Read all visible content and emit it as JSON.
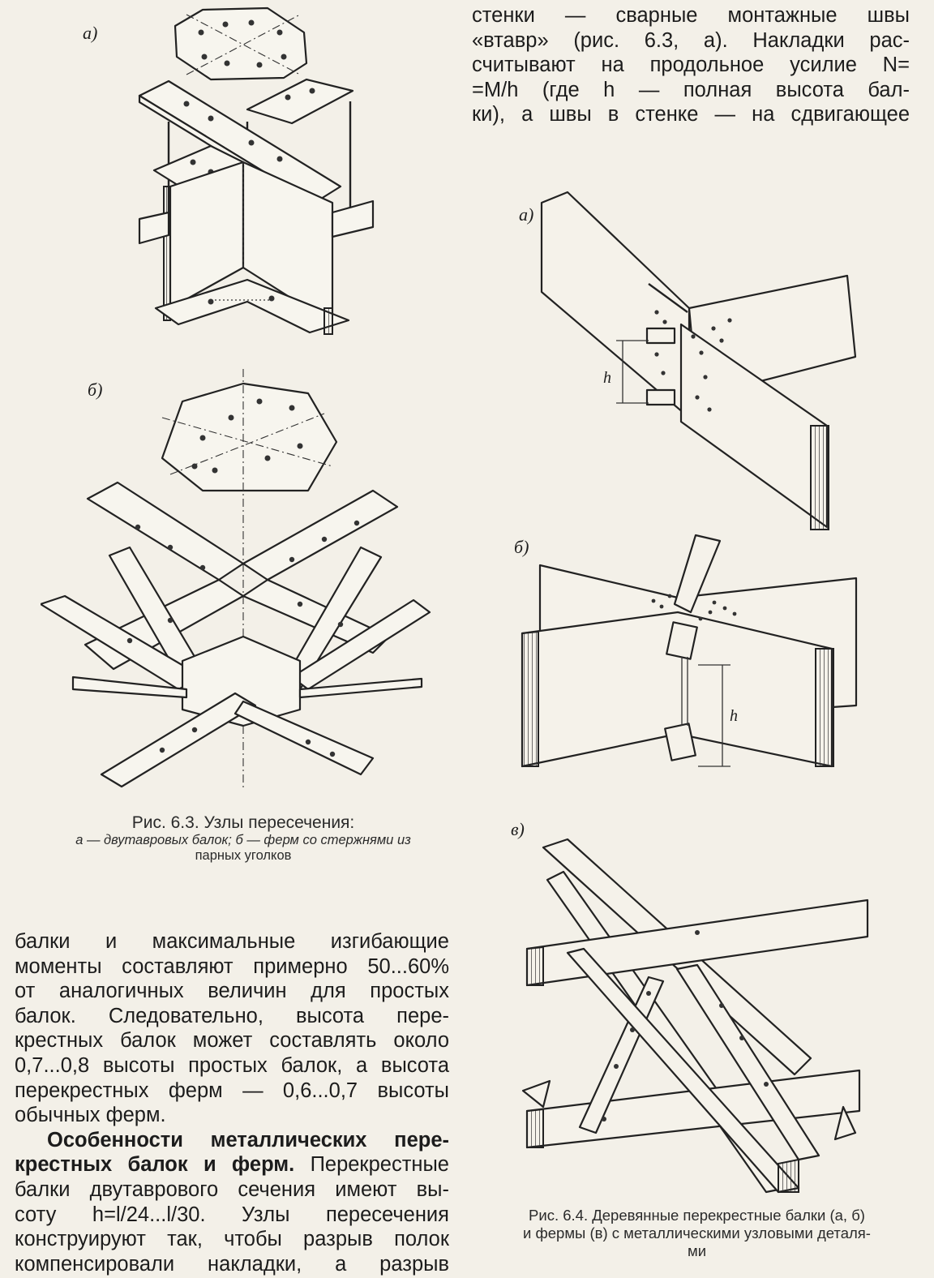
{
  "top_right_text": {
    "lines": [
      "стенки — сварные монтажные швы",
      "«втавр» (рис. 6.3, а). Накладки рас-",
      "считывают на продольное усилие N=",
      "=M/h (где h — полная высота бал-",
      "ки), а швы в стенке — на сдвигающее"
    ]
  },
  "figure_6_3": {
    "label_a": "а)",
    "label_b": "б)",
    "caption_title": "Рис. 6.3. Узлы пересечения:",
    "caption_line2": "а — двутавровых балок; б — ферм со стержнями из",
    "caption_line3": "парных уголков"
  },
  "figure_6_4": {
    "label_a": "а)",
    "label_b": "б)",
    "label_v": "в)",
    "dim_h_a": "h",
    "dim_h_b": "h",
    "caption_line1": "Рис. 6.4. Деревянные перекрестные балки (а, б)",
    "caption_line2": "и фермы (в) с металлическими узловыми деталя-",
    "caption_line3": "ми"
  },
  "bottom_left_text": {
    "lines": [
      "балки и максимальные изгибающие",
      "моменты составляют примерно 50...60%",
      "от аналогичных величин для простых",
      "балок. Следовательно, высота пере-",
      "крестных балок может составлять около",
      "0,7...0,8 высоты простых балок, а высота",
      "перекрестных ферм — 0,6...0,7 высоты",
      "обычных ферм."
    ],
    "heading_bold": "Особенности металлических пере-",
    "heading_bold2": "крестных балок и ферм.",
    "lines2": [
      "Перекрестные",
      "балки двутаврового сечения имеют вы-",
      "соту h=l/24...l/30. Узлы пересечения",
      "конструируют так, чтобы разрыв полок",
      "компенсировали накладки, а разрыв"
    ]
  }
}
